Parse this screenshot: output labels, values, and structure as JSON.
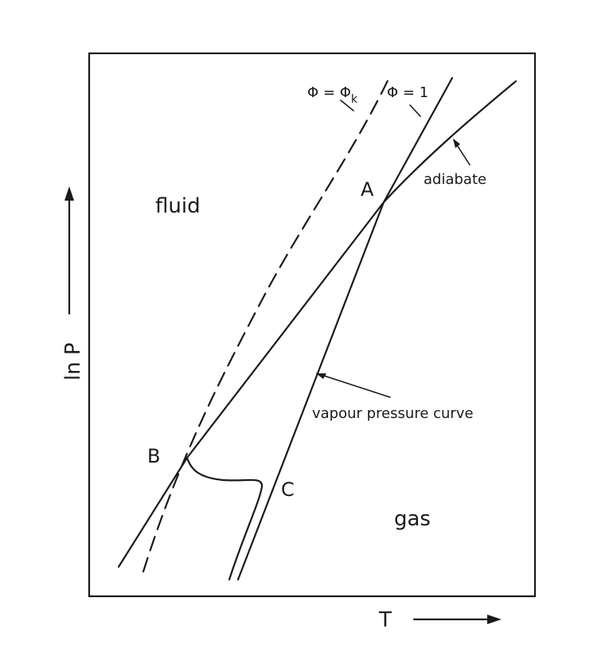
{
  "labels": {
    "y_axis": "ln P",
    "x_axis": "T",
    "region_fluid": "fluid",
    "region_gas": "gas",
    "point_a": "A",
    "point_b": "B",
    "point_c": "C",
    "phi_k_label_prefix": "Φ = Φ",
    "phi_k_label_subscript": "k",
    "phi_1_label": "Φ = 1",
    "adiabate_label": "adiabate",
    "vapour_label": "vapour pressure curve"
  },
  "colors": {
    "ink": "#1a1a1a",
    "background": "#ffffff"
  }
}
